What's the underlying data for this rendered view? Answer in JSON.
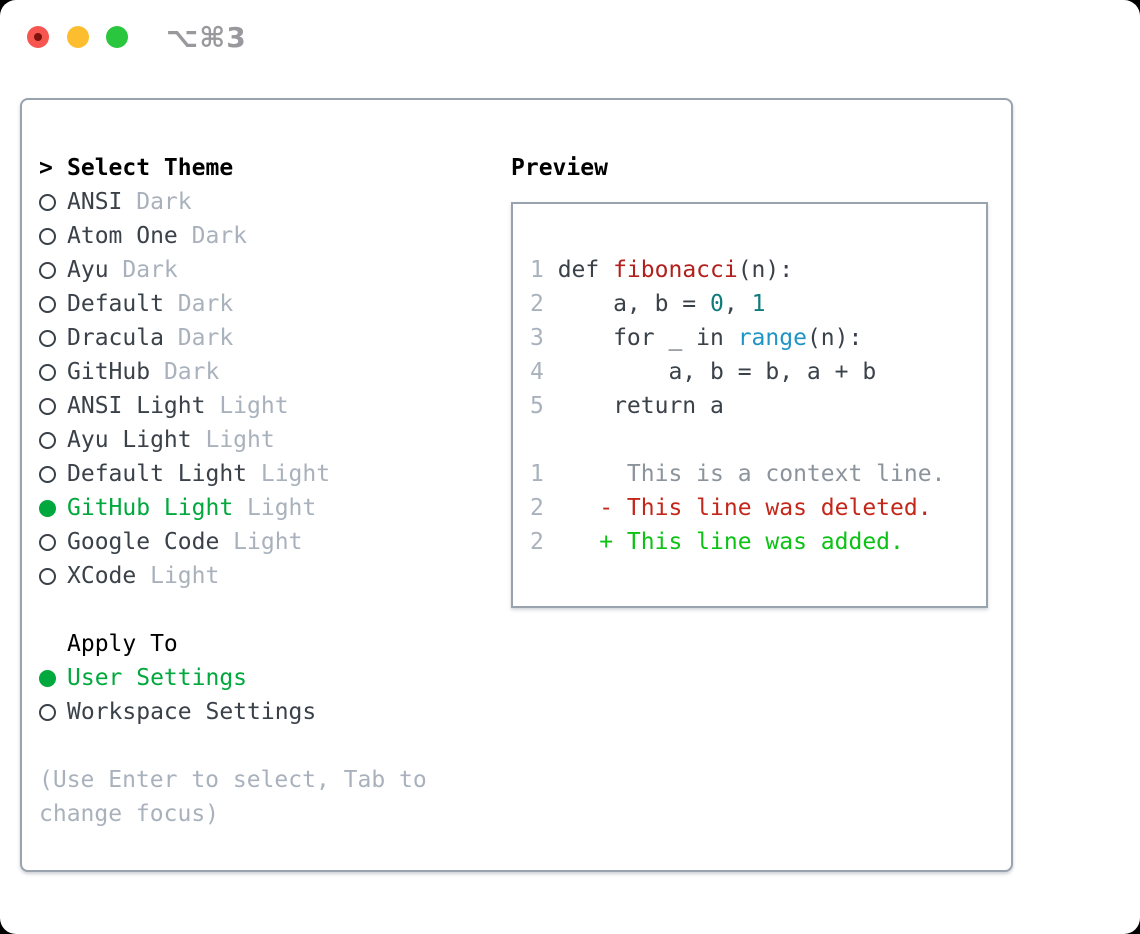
{
  "window": {
    "shortcut_label": "⌥⌘3",
    "traffic_lights": [
      "close",
      "minimize",
      "zoom"
    ]
  },
  "theme_panel": {
    "header": {
      "prefix": ">",
      "title": "Select Theme"
    },
    "themes": [
      {
        "label": "ANSI",
        "variant": "Dark",
        "selected": false
      },
      {
        "label": "Atom One",
        "variant": "Dark",
        "selected": false
      },
      {
        "label": "Ayu",
        "variant": "Dark",
        "selected": false
      },
      {
        "label": "Default",
        "variant": "Dark",
        "selected": false
      },
      {
        "label": "Dracula",
        "variant": "Dark",
        "selected": false
      },
      {
        "label": "GitHub",
        "variant": "Dark",
        "selected": false
      },
      {
        "label": "ANSI Light",
        "variant": "Light",
        "selected": false
      },
      {
        "label": "Ayu Light",
        "variant": "Light",
        "selected": false
      },
      {
        "label": "Default Light",
        "variant": "Light",
        "selected": false
      },
      {
        "label": "GitHub Light",
        "variant": "Light",
        "selected": true
      },
      {
        "label": "Google Code",
        "variant": "Light",
        "selected": false
      },
      {
        "label": "XCode",
        "variant": "Light",
        "selected": false
      }
    ],
    "apply_to": {
      "title": "Apply To",
      "options": [
        {
          "label": "User Settings",
          "selected": true
        },
        {
          "label": "Workspace Settings",
          "selected": false
        }
      ]
    },
    "hint": "(Use Enter to select, Tab to\nchange focus)"
  },
  "preview": {
    "title": "Preview",
    "lines": [
      {
        "num": "1",
        "tokens": [
          {
            "t": "def ",
            "c": "plain"
          },
          {
            "t": "fibonacci",
            "c": "func"
          },
          {
            "t": "(n):",
            "c": "plain"
          }
        ]
      },
      {
        "num": "2",
        "tokens": [
          {
            "t": "    a, b = ",
            "c": "plain"
          },
          {
            "t": "0",
            "c": "number"
          },
          {
            "t": ", ",
            "c": "plain"
          },
          {
            "t": "1",
            "c": "number"
          }
        ]
      },
      {
        "num": "3",
        "tokens": [
          {
            "t": "    for _ in ",
            "c": "plain"
          },
          {
            "t": "range",
            "c": "builtin"
          },
          {
            "t": "(n):",
            "c": "plain"
          }
        ]
      },
      {
        "num": "4",
        "tokens": [
          {
            "t": "        a, b = b, a + b",
            "c": "plain"
          }
        ]
      },
      {
        "num": "5",
        "tokens": [
          {
            "t": "    return a",
            "c": "plain"
          }
        ]
      },
      {
        "num": "",
        "tokens": []
      },
      {
        "num": "1",
        "tokens": [
          {
            "t": "     This is a context line.",
            "c": "context"
          }
        ]
      },
      {
        "num": "2",
        "tokens": [
          {
            "t": "   - This line was deleted.",
            "c": "deleted"
          }
        ]
      },
      {
        "num": "2",
        "tokens": [
          {
            "t": "   + This line was added.",
            "c": "added"
          }
        ]
      }
    ]
  },
  "colors": {
    "selection_green": "#00a83d",
    "added_green": "#0bc215",
    "deleted_red": "#c3271a",
    "function_red": "#b2201d",
    "number_teal": "#0f7b7c",
    "builtin_blue": "#2095c5",
    "text_main": "#3a4149",
    "text_muted": "#a9b2bc",
    "border_gray": "#99a3ae",
    "traffic_red": "#f6564f",
    "traffic_yellow": "#fcbd2f",
    "traffic_green": "#2ac63e"
  }
}
